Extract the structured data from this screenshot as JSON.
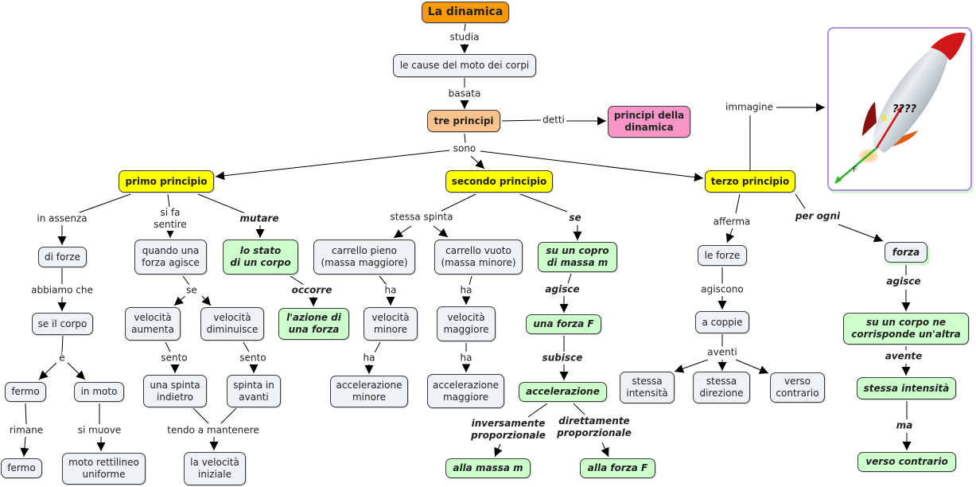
{
  "nodes": {
    "title": "La dinamica",
    "cause": "le cause del moto dei corpi",
    "tre": "tre principi",
    "principi_dinamica": "principi della\ndinamica",
    "primo": "primo principio",
    "secondo": "secondo principio",
    "terzo": "terzo principio",
    "di_forze": "di forze",
    "se_il_corpo": "se il corpo",
    "fermo1": "fermo",
    "in_moto": "in moto",
    "fermo2": "fermo",
    "moto_rett": "moto rettilineo\nuniforme",
    "quando": "quando una\nforza agisce",
    "vel_aum": "velocità\naumenta",
    "vel_dim": "velocità\ndiminuisce",
    "spinta_ind": "una spinta\nindietro",
    "spinta_av": "spinta in\navanti",
    "vel_iniz": "la velocità\niniziale",
    "lo_stato": "lo stato\ndi un corpo",
    "azione": "l'azione di\nuna forza",
    "carr_pieno": "carrello pieno\n(massa maggiore)",
    "carr_vuoto": "carrello vuoto\n(massa minore)",
    "vel_min": "velocità\nminore",
    "vel_mag": "velocità\nmaggiore",
    "acc_min": "accelerazione\nminore",
    "acc_mag": "accelerazione\nmaggiore",
    "su_copro": "su un copro\ndi massa m",
    "forza_F": "una forza F",
    "accel": "accelerazione",
    "alla_massa": "alla massa m",
    "alla_forza": "alla forza F",
    "le_forze": "le forze",
    "a_coppie": "a coppie",
    "stessa_int1": "stessa\nintensità",
    "stessa_dir": "stessa\ndirezione",
    "verso1": "verso\ncontrario",
    "forza": "forza",
    "su_corpo": "su un corpo ne\ncorrisponde un'altra",
    "stessa_int2": "stessa intensità",
    "verso2": "verso contrario"
  },
  "links": {
    "studia": "studia",
    "basata": "basata",
    "detti": "detti",
    "sono": "sono",
    "in_assenza": "in assenza",
    "si_fa_sentire": "si fa\nsentire",
    "mutare": "mutare",
    "abbiamo_che": "abbiamo che",
    "e": "è",
    "rimane": "rimane",
    "si_muove": "si muove",
    "se1": "se",
    "sento1": "sento",
    "sento2": "sento",
    "tendo": "tendo a mantenere",
    "occorre": "occorre",
    "stessa_spinta": "stessa spinta",
    "ha1": "ha",
    "ha2": "ha",
    "ha3": "ha",
    "ha4": "ha",
    "se2": "se",
    "agisce1": "agisce",
    "subisce": "subisce",
    "inversamente": "inversamente\nproporzionale",
    "direttamente": "direttamente\nproporzionale",
    "afferma": "afferma",
    "agiscono": "agiscono",
    "aventi": "aventi",
    "per_ogni": "per ogni",
    "agisce2": "agisce",
    "avente": "avente",
    "ma": "ma",
    "immagine": "immagine"
  },
  "image": {
    "question": "????",
    "r_label": "R",
    "f_label": "F"
  },
  "colors": {
    "title": "#ff9900",
    "principle": "#ffff00",
    "tre_principi": "#fcc28c",
    "principi_dinamica": "#f796c6",
    "green_concept": "#ccffcc",
    "plain_concept": "#eef2f4",
    "image_border": "#b48fe0"
  }
}
